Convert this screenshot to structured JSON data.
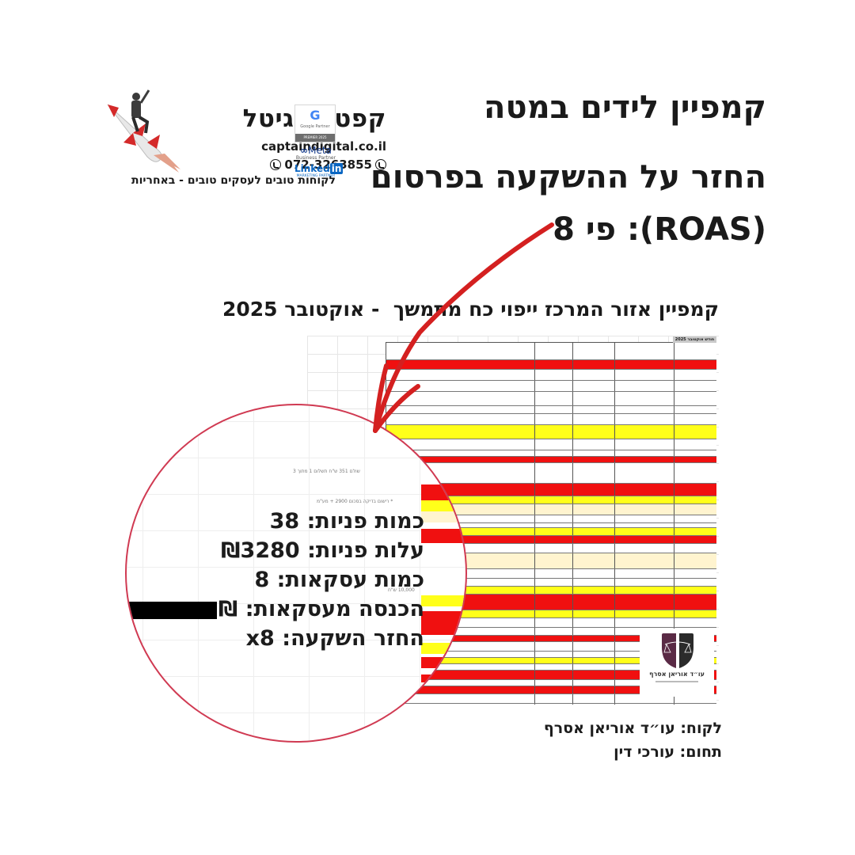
{
  "brand": {
    "name": "קפטן דיגיטל",
    "url": "captaindigital.co.il",
    "phone": "072-3263855",
    "tagline": "לקוחות טובים לעסקים טובים - באחריות",
    "icons": [
      "rocket-man-logo",
      "phone-icon",
      "whatsapp-icon"
    ],
    "badges": {
      "google": {
        "letter": "G",
        "label": "Google Partner",
        "tier": "PREMIER 2025"
      },
      "meta": {
        "label": "Meta",
        "sub": "Business Partner"
      },
      "linkedin": {
        "label": "Linked",
        "in": "in",
        "sub": "MARKETING PARTNER"
      }
    }
  },
  "headline": {
    "line1": "קמפיין לידים במטה",
    "line2": "החזר על ההשקעה בפרסום",
    "line3": "(ROAS): פי 8"
  },
  "sheet": {
    "title": "קמפיין אזור המרכז ייפוי כח מתמשך  - אוקטובר 2025",
    "header_cell": "חודש אוקטובר 2025",
    "row_colors": {
      "white": "#ffffff",
      "red": "#f01010",
      "yellow": "#ffff1a",
      "cream": "#fff4cf"
    },
    "side_notes": [
      "שולם 351 ש\"ח תשלום 1 מתוך 3",
      "* רישום בדיקה בסכום 2900 + מע\"מ",
      "10,000 ש\"ח"
    ]
  },
  "lawyer_logo": {
    "name": "עו״ד אוריאן אסרף",
    "icon": "scales-of-justice-icon"
  },
  "stats": {
    "inquiries_count": {
      "label": "כמות פניות:",
      "value": "38"
    },
    "inquiries_cost": {
      "label": "עלות פניות:",
      "value": "₪3280"
    },
    "deals_count": {
      "label": "כמות עסקאות:",
      "value": "8"
    },
    "deals_revenue": {
      "label": "הכנסה מעסקאות:",
      "value": "₪",
      "redacted": true
    },
    "roi": {
      "label": "החזר השקעה:",
      "value": "x8"
    }
  },
  "client": {
    "client_line": "לקוח: עו״ד אוריאן אסרף",
    "field_line": "תחום: עורכי דין"
  },
  "colors": {
    "arrow": "#d42020",
    "circle": "#d03a52",
    "text": "#1a1a1a"
  }
}
